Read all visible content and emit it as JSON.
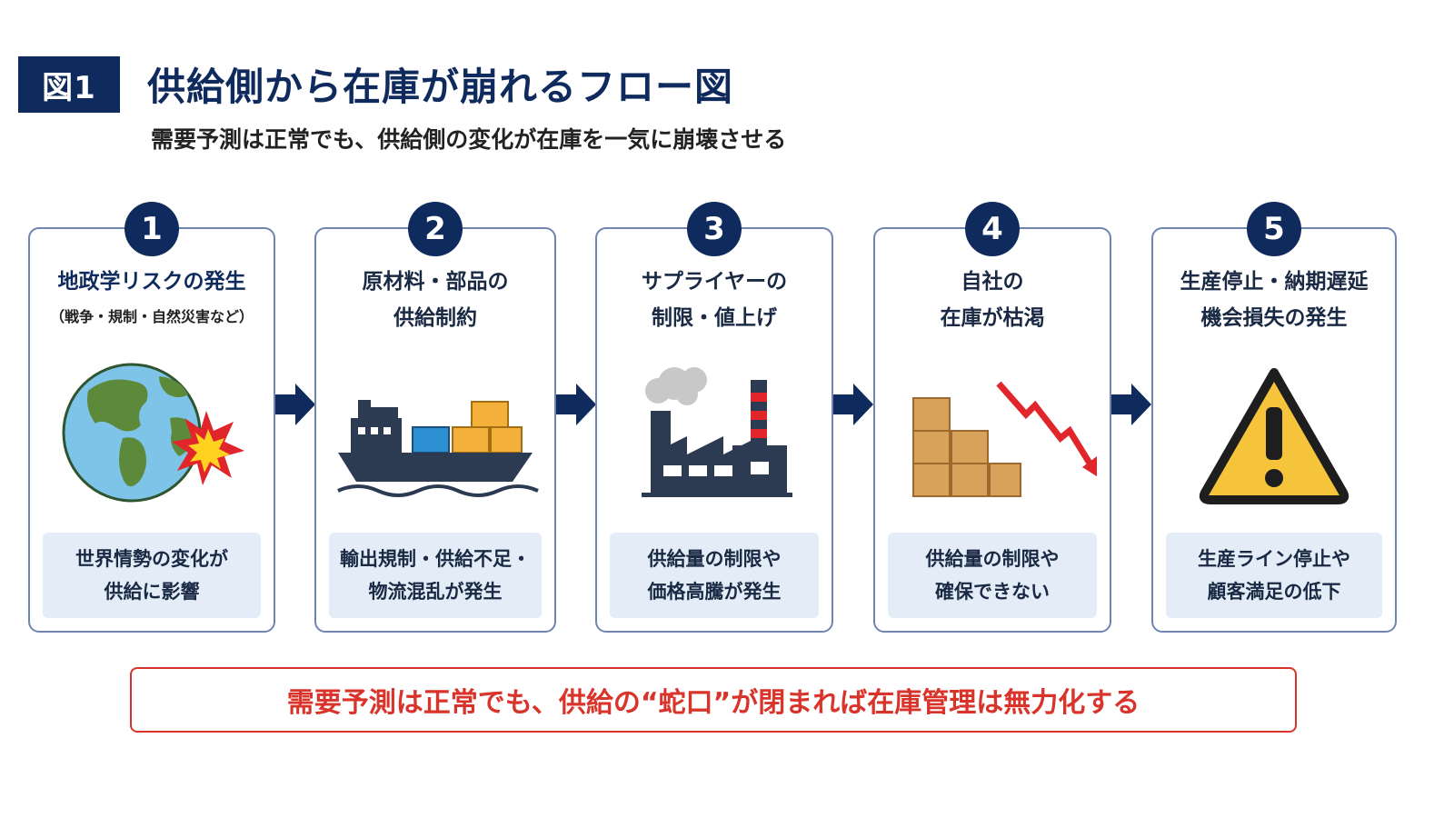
{
  "header": {
    "badge": "図1",
    "title": "供給側から在庫が崩れるフロー図",
    "subtitle": "需要予測は正常でも、供給側の変化が在庫を一気に崩壊させる"
  },
  "steps": [
    {
      "number": "1",
      "line1": "地政学リスクの発生",
      "line2": "（戦争・規制・自然災害など）",
      "foot1": "世界情勢の変化が",
      "foot2": "供給に影響",
      "icon": "globe-explosion-icon"
    },
    {
      "number": "2",
      "line1": "原材料・部品の",
      "line2": "供給制約",
      "foot1": "輸出規制・供給不足・",
      "foot2": "物流混乱が発生",
      "icon": "cargo-ship-icon"
    },
    {
      "number": "3",
      "line1": "サプライヤーの",
      "line2": "制限・値上げ",
      "foot1": "供給量の制限や",
      "foot2": "価格高騰が発生",
      "icon": "factory-icon"
    },
    {
      "number": "4",
      "line1": "自社の",
      "line2": "在庫が枯渇",
      "foot1": "供給量の制限や",
      "foot2": "確保できない",
      "icon": "boxes-declining-icon"
    },
    {
      "number": "5",
      "line1": "生産停止・納期遅延",
      "line2": "機会損失の発生",
      "foot1": "生産ライン停止や",
      "foot2": "顧客満足の低下",
      "icon": "warning-icon"
    }
  ],
  "conclusion": "需要予測は正常でも、供給の“蛇口”が閉まれば在庫管理は無力化する",
  "colors": {
    "navy": "#0f2a5c",
    "accent_red": "#d9342b",
    "panel": "#e3ecf7",
    "border": "#6f85b0"
  }
}
